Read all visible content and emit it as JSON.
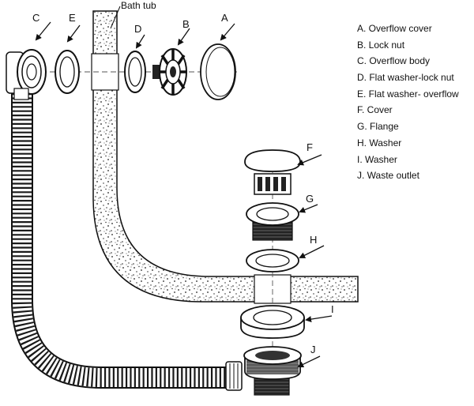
{
  "diagram": {
    "tub_label": "Bath tub",
    "callouts": {
      "a": "A",
      "b": "B",
      "c": "C",
      "d": "D",
      "e": "E",
      "f": "F",
      "g": "G",
      "h": "H",
      "i": "I",
      "j": "J"
    }
  },
  "legend": {
    "items": [
      "A. Overflow cover",
      "B. Lock nut",
      "C. Overflow body",
      "D. Flat washer-lock nut",
      "E. Flat washer- overflow",
      "F. Cover",
      "G. Flange",
      "H. Washer",
      "I.  Washer",
      "J.  Waste outlet"
    ]
  }
}
